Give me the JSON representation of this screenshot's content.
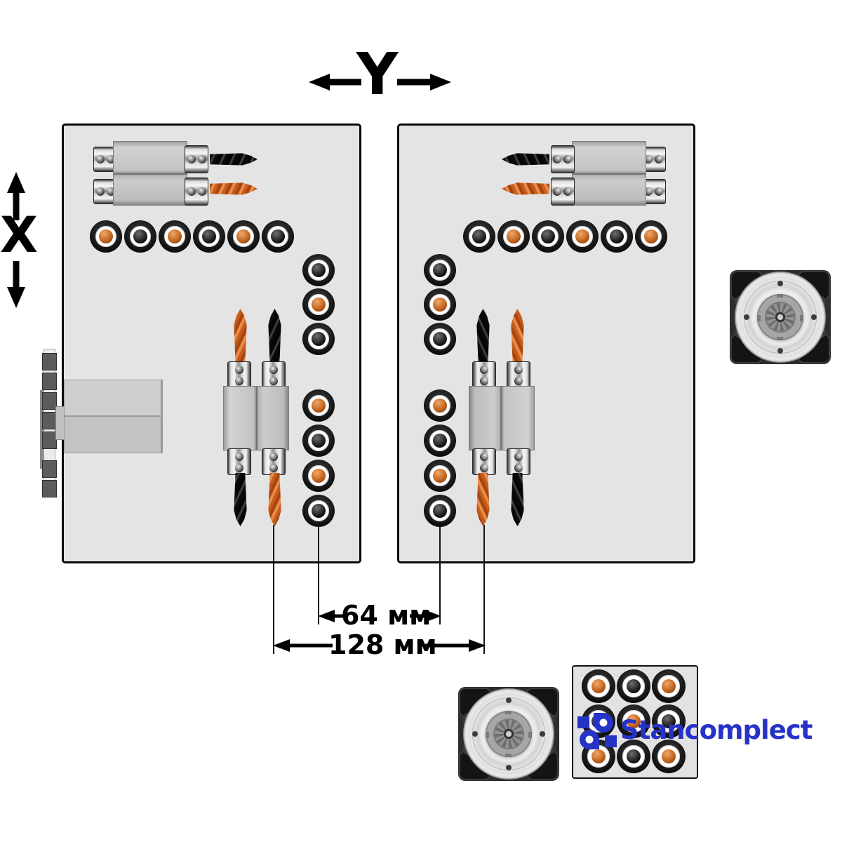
{
  "axes": {
    "y_label": "Y",
    "x_label": "X"
  },
  "dimensions": {
    "inner_label": "64 мм",
    "outer_label": "128 мм"
  },
  "logo": {
    "text": "Stancomplect"
  },
  "colors": {
    "panel_fill": "#e4e4e4",
    "panel_border": "#0a0a0a",
    "logo_blue": "#2533c7",
    "socket_orange": "#c4661f",
    "socket_black": "#1c1c1c",
    "drill_orange": "#c65c1c",
    "drill_black": "#0a0a0a"
  },
  "left_panel": {
    "top_row_sockets": [
      "orange",
      "black",
      "orange",
      "black",
      "orange",
      "black"
    ],
    "column_top_sockets": [
      "black",
      "orange",
      "black"
    ],
    "column_bottom_sockets": [
      "orange",
      "black",
      "orange",
      "black"
    ]
  },
  "right_panel": {
    "top_row_sockets": [
      "black",
      "orange",
      "black",
      "orange",
      "black",
      "orange"
    ],
    "column_top_sockets": [
      "black",
      "orange",
      "black"
    ],
    "column_bottom_sockets": [
      "orange",
      "black",
      "orange",
      "black"
    ]
  },
  "tool_grid": {
    "rows": [
      [
        "orange",
        "black",
        "orange"
      ],
      [
        "black",
        "orange",
        "black"
      ],
      [
        "orange",
        "black",
        "orange"
      ]
    ]
  }
}
